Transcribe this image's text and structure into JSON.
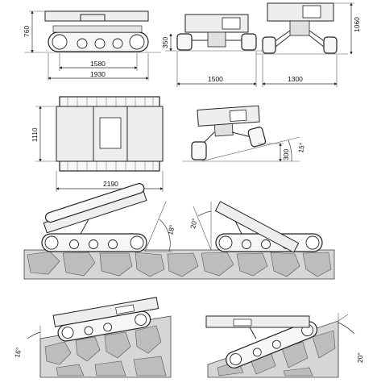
{
  "dimensions": {
    "height_side": "760",
    "ground_clearance": "350",
    "height_raised": "1060",
    "track_contact_length": "1580",
    "overall_length": "1930",
    "width_min": "1500",
    "width_raised": "1300",
    "plan_width": "1110",
    "plan_length": "2190",
    "tilt_step": "300",
    "tilt_angle_side": "15°"
  },
  "slopes": {
    "climb_left": "18°",
    "climb_right": "20°",
    "side_left": "16°",
    "side_right": "20°"
  }
}
